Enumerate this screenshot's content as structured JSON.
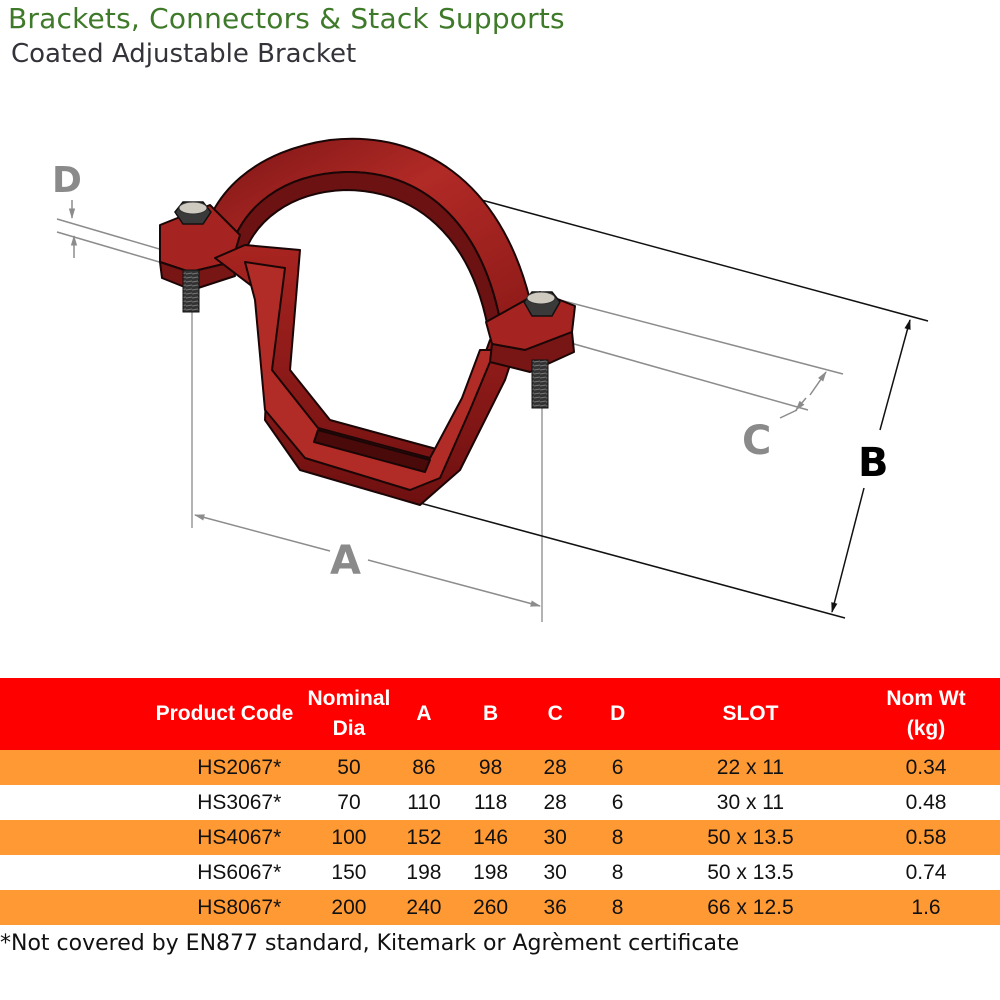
{
  "header": {
    "title": "Brackets, Connectors & Stack Supports",
    "subtitle": "Coated Adjustable Bracket"
  },
  "drawing": {
    "product": "coated-adjustable-bracket",
    "bracket_color": "#9e1c1c",
    "dimension_labels": {
      "A": "A",
      "B": "B",
      "C": "C",
      "D": "D"
    }
  },
  "table": {
    "header_bg": "#ff0000",
    "stripe_bg": "#ff9933",
    "columns": [
      {
        "key": "code",
        "label": "Product Code"
      },
      {
        "key": "dia",
        "label_line1": "Nominal",
        "label_line2": "Dia"
      },
      {
        "key": "a",
        "label": "A"
      },
      {
        "key": "b",
        "label": "B"
      },
      {
        "key": "c",
        "label": "C"
      },
      {
        "key": "d",
        "label": "D"
      },
      {
        "key": "slot",
        "label": "SLOT"
      },
      {
        "key": "wt",
        "label_line1": "Nom Wt",
        "label_line2": "(kg)"
      }
    ],
    "rows": [
      {
        "code": "HS2067*",
        "dia": "50",
        "a": "86",
        "b": "98",
        "c": "28",
        "d": "6",
        "slot": "22 x 11",
        "wt": "0.34"
      },
      {
        "code": "HS3067*",
        "dia": "70",
        "a": "110",
        "b": "118",
        "c": "28",
        "d": "6",
        "slot": "30 x 11",
        "wt": "0.48"
      },
      {
        "code": "HS4067*",
        "dia": "100",
        "a": "152",
        "b": "146",
        "c": "30",
        "d": "8",
        "slot": "50 x 13.5",
        "wt": "0.58"
      },
      {
        "code": "HS6067*",
        "dia": "150",
        "a": "198",
        "b": "198",
        "c": "30",
        "d": "8",
        "slot": "50 x 13.5",
        "wt": "0.74"
      },
      {
        "code": "HS8067*",
        "dia": "200",
        "a": "240",
        "b": "260",
        "c": "36",
        "d": "8",
        "slot": "66 x 12.5",
        "wt": "1.6"
      }
    ]
  },
  "footnote": "*Not covered by EN877 standard, Kitemark or Agrèment certificate"
}
